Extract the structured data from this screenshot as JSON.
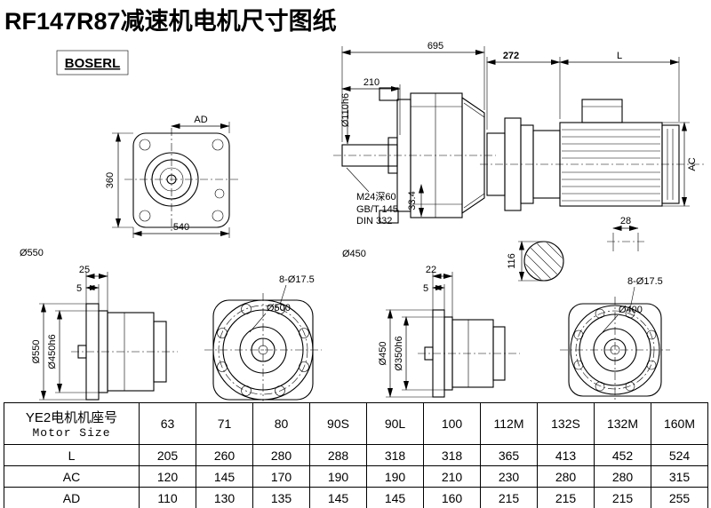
{
  "page": {
    "title": "RF147R87减速机电机尺寸图纸",
    "brand": "BOSERL"
  },
  "views": {
    "top": {
      "ad": "AD",
      "h360": "360",
      "w540": "540",
      "d550": "Ø550"
    },
    "side": {
      "w695": "695",
      "w210": "210",
      "shaft": "Ø110h6",
      "note1": "M24深60",
      "note2": "GB/T 145",
      "note3": "DIN 332",
      "h334": "33.4",
      "d450": "Ø450"
    },
    "motor": {
      "w272": "272",
      "len": "L",
      "ac": "AC",
      "w28": "28",
      "h116": "116"
    },
    "flange_large": {
      "t25": "25",
      "t5": "5",
      "d550": "Ø550",
      "d450h6": "Ø450h6",
      "d500": "Ø500",
      "holes": "8-Ø17.5"
    },
    "flange_small": {
      "t22": "22",
      "t5": "5",
      "d450": "Ø450",
      "d350h6": "Ø350h6",
      "d400": "Ø400",
      "holes": "8-Ø17.5"
    }
  },
  "table": {
    "header_cn": "YE2电机机座号",
    "header_en": "Motor Size",
    "sizes": [
      "63",
      "71",
      "80",
      "90S",
      "90L",
      "100",
      "112M",
      "132S",
      "132M",
      "160M"
    ],
    "rows": [
      {
        "label": "L",
        "values": [
          "205",
          "260",
          "280",
          "288",
          "318",
          "318",
          "365",
          "413",
          "452",
          "524"
        ]
      },
      {
        "label": "AC",
        "values": [
          "120",
          "145",
          "170",
          "190",
          "190",
          "210",
          "230",
          "280",
          "280",
          "315"
        ]
      },
      {
        "label": "AD",
        "values": [
          "110",
          "130",
          "135",
          "145",
          "145",
          "160",
          "215",
          "215",
          "215",
          "255"
        ]
      }
    ]
  }
}
